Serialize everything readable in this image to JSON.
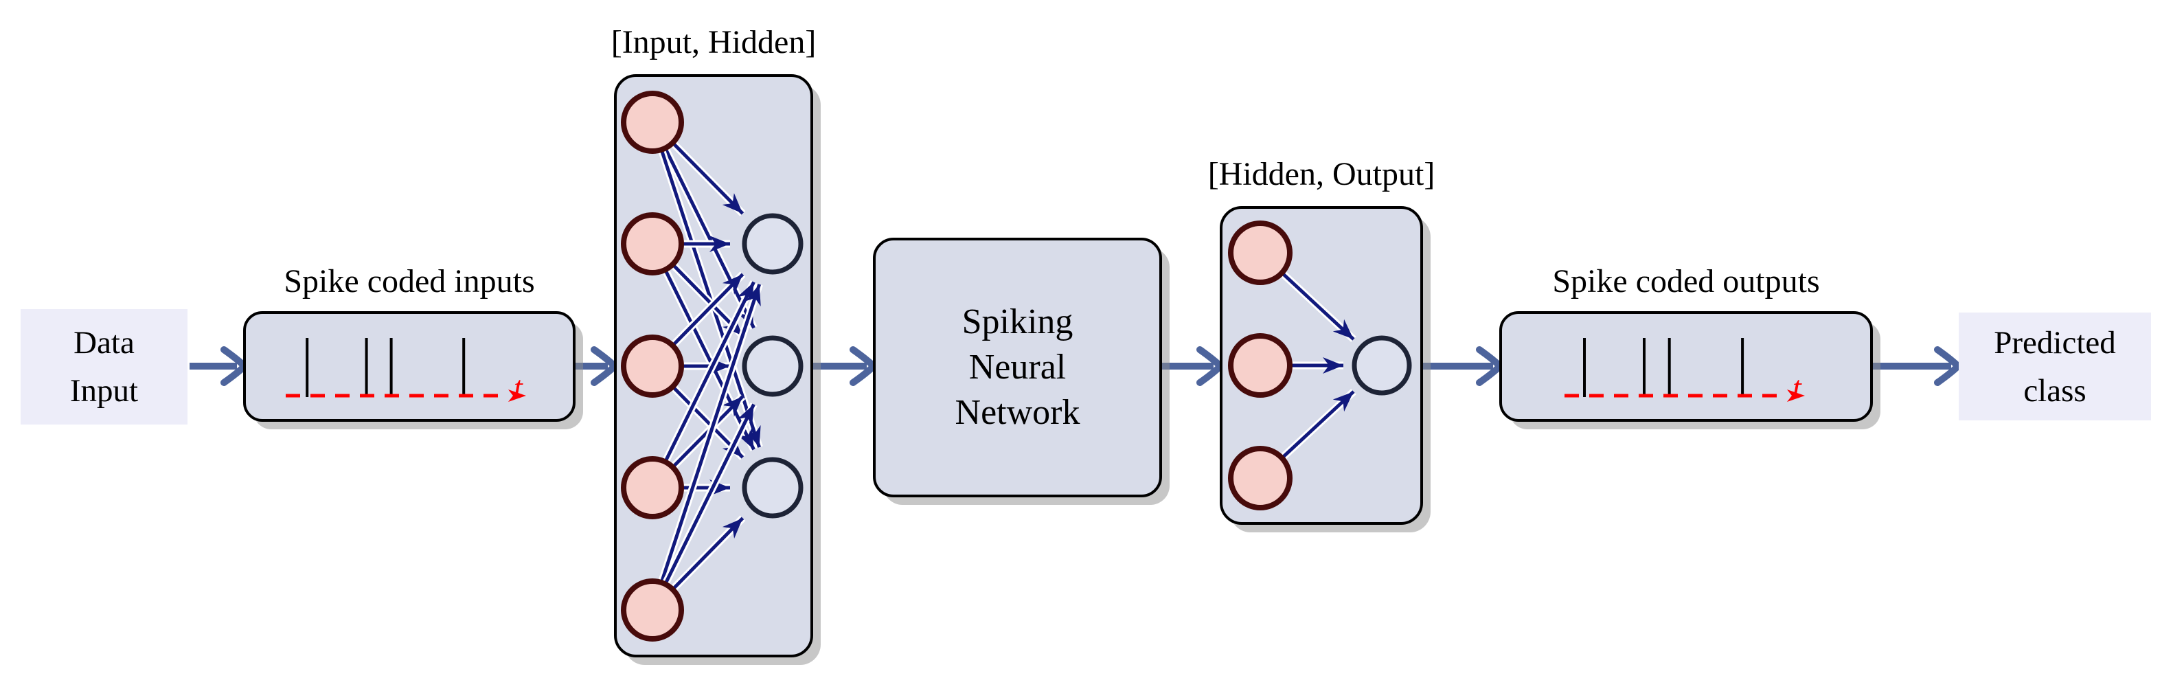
{
  "flow": {
    "source_label": {
      "lines": [
        "Data",
        "Input"
      ]
    },
    "sink_label": {
      "lines": [
        "Predicted",
        "class"
      ]
    }
  },
  "boxes": {
    "spike_inputs": {
      "label": "Spike coded inputs",
      "axis_label": "t"
    },
    "layer_input_hidden": {
      "label": "[Input, Hidden]",
      "input_neurons": 5,
      "hidden_neurons": 3,
      "connections": "fully-connected"
    },
    "snn": {
      "lines": [
        "Spiking",
        "Neural",
        "Network"
      ]
    },
    "layer_hidden_output": {
      "label": "[Hidden, Output]",
      "hidden_neurons": 3,
      "output_neurons": 1,
      "connections": "fully-connected"
    },
    "spike_outputs": {
      "label": "Spike coded outputs",
      "axis_label": "t"
    }
  },
  "spike_trains": {
    "inputs": {
      "offsets": [
        0.19,
        0.37,
        0.445,
        0.665
      ]
    },
    "outputs": {
      "offsets": [
        0.226,
        0.387,
        0.455,
        0.652
      ]
    }
  },
  "colors": {
    "flow_arrow": "#4d649c",
    "box_fill": "#d8dce9",
    "box_border": "#000000",
    "endpoint_fill": "#ededf9",
    "input_neuron_fill": "#f7d0cb",
    "input_neuron_border": "#470b0b",
    "hidden_neuron_fill": "#dde1ee",
    "hidden_neuron_border": "#1d2336",
    "connection": "#11197d",
    "spike": "#000000",
    "time_axis": "#fe0000"
  }
}
